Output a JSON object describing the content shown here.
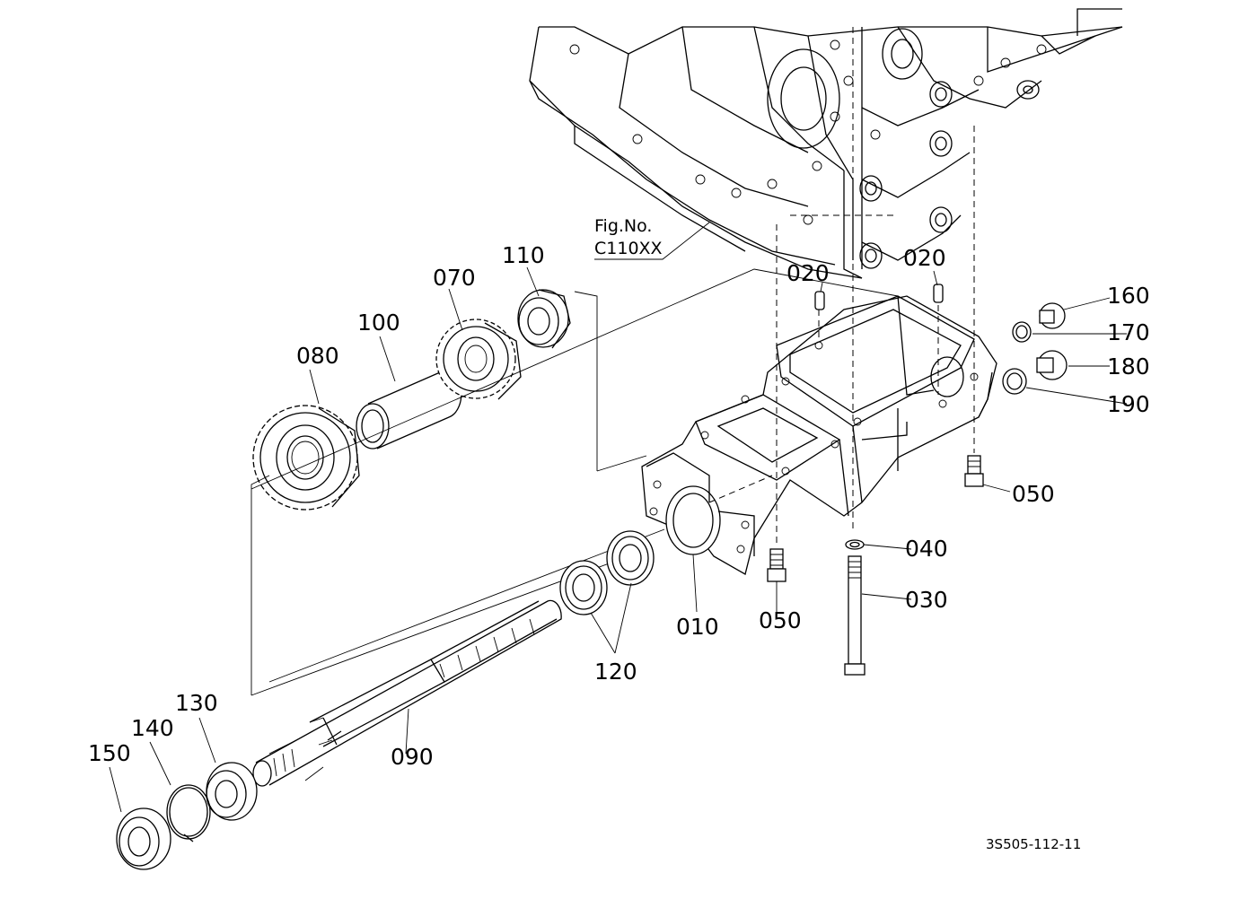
{
  "figure_reference": {
    "line1": "Fig.No.",
    "line2": "C110XX"
  },
  "drawing_code": "3S505-112-11",
  "parts": [
    {
      "id": "010",
      "label": "010"
    },
    {
      "id": "020a",
      "label": "020"
    },
    {
      "id": "020b",
      "label": "020"
    },
    {
      "id": "030",
      "label": "030"
    },
    {
      "id": "040",
      "label": "040"
    },
    {
      "id": "050a",
      "label": "050"
    },
    {
      "id": "050b",
      "label": "050"
    },
    {
      "id": "070",
      "label": "070"
    },
    {
      "id": "080",
      "label": "080"
    },
    {
      "id": "090",
      "label": "090"
    },
    {
      "id": "100",
      "label": "100"
    },
    {
      "id": "110",
      "label": "110"
    },
    {
      "id": "120",
      "label": "120"
    },
    {
      "id": "130",
      "label": "130"
    },
    {
      "id": "140",
      "label": "140"
    },
    {
      "id": "150",
      "label": "150"
    },
    {
      "id": "160",
      "label": "160"
    },
    {
      "id": "170",
      "label": "170"
    },
    {
      "id": "180",
      "label": "180"
    },
    {
      "id": "190",
      "label": "190"
    }
  ]
}
